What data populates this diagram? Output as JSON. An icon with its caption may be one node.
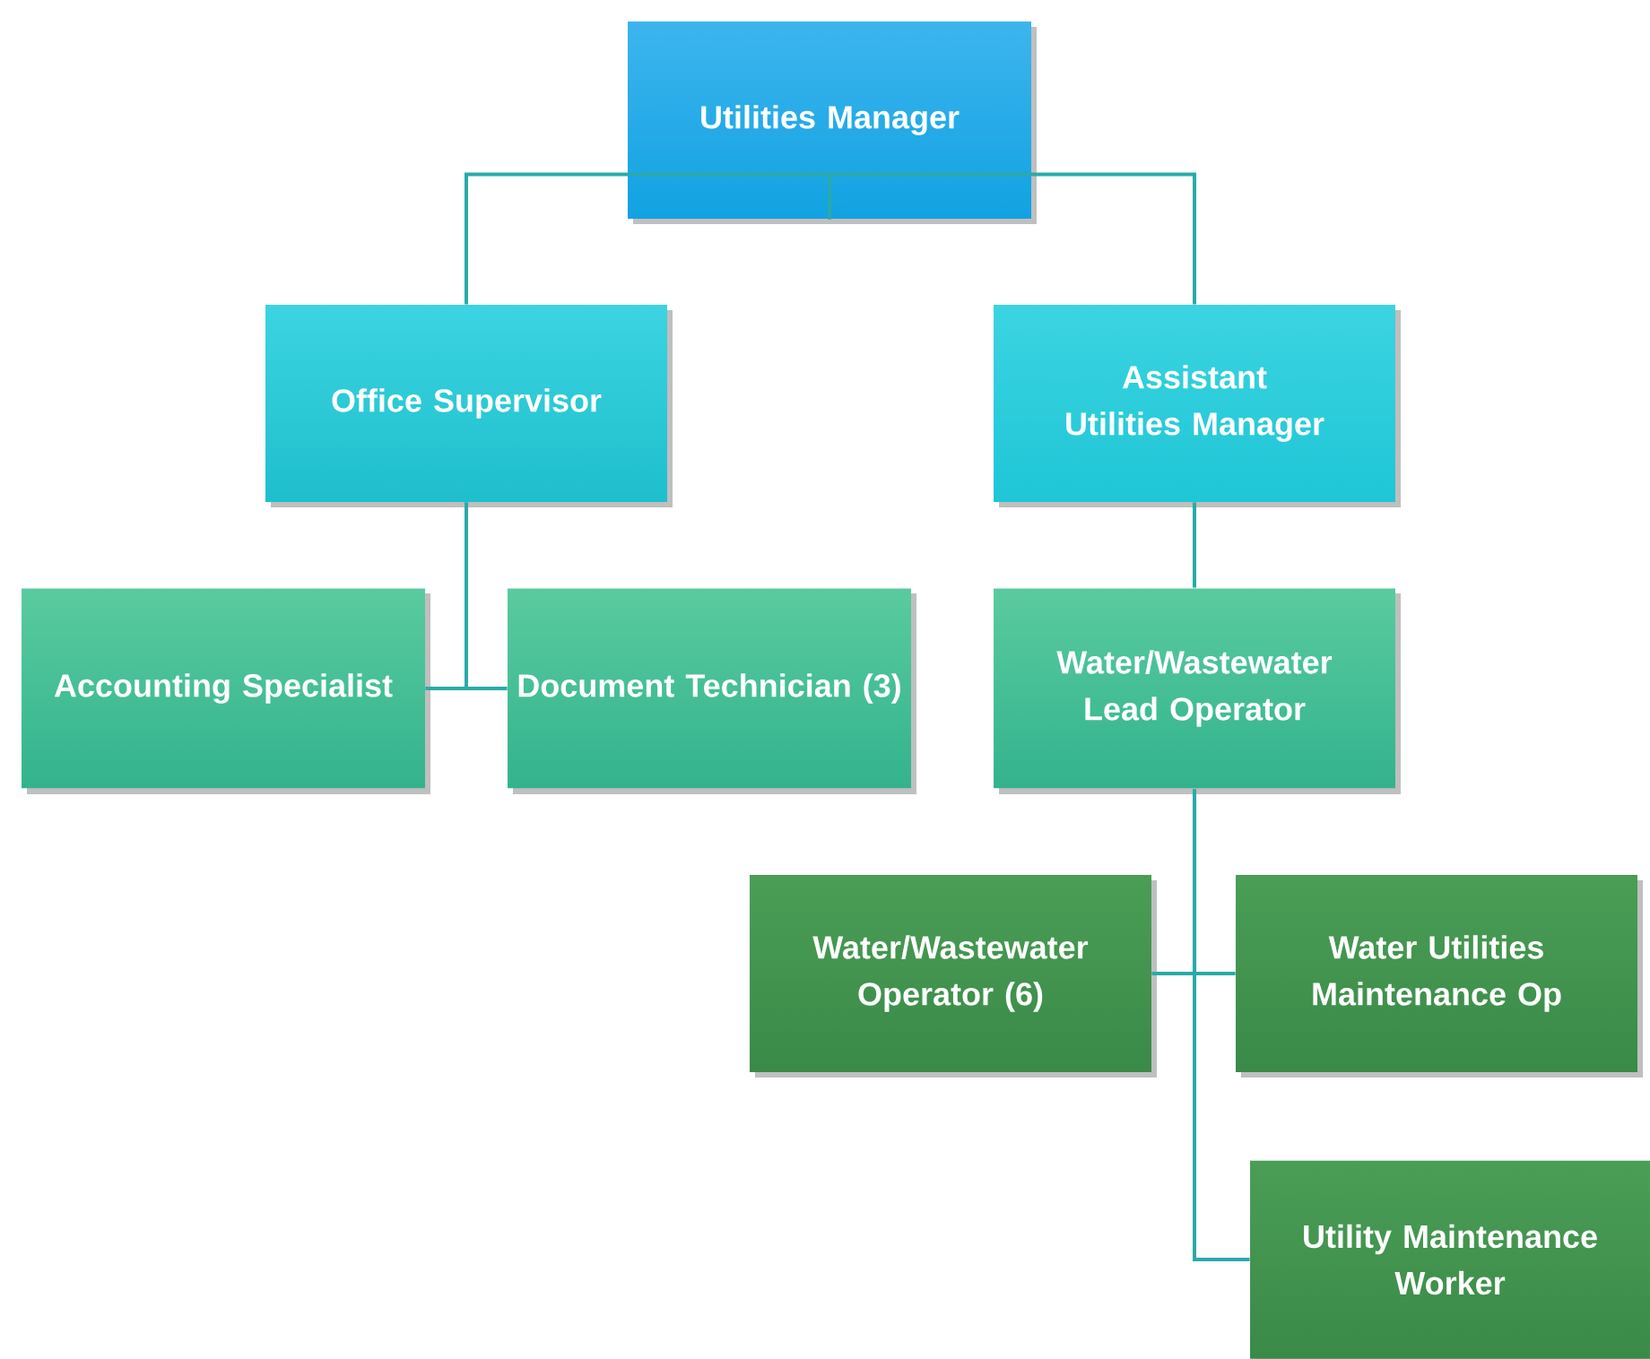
{
  "diagram": {
    "nodes": [
      {
        "text": [
          "Utilities Manager"
        ]
      },
      {
        "text": [
          "Office Supervisor"
        ]
      },
      {
        "text": [
          "Assistant Utilities Manager"
        ]
      },
      {
        "text": [
          "Accounting Specialist"
        ]
      },
      {
        "text": [
          "Document Technician (3)"
        ]
      },
      {
        "text": [
          "Water/Wastewater Lead Operator"
        ]
      },
      {
        "text": [
          "Water/Wastewater Operator (6)"
        ]
      },
      {
        "text": [
          "Water Utilities Maintenance Op"
        ]
      },
      {
        "text": [
          "Utility Maintenance Worker"
        ]
      }
    ],
    "edges": [
      {
        "from": 0,
        "to": 1,
        "arrow": "none"
      },
      {
        "from": 0,
        "to": 2,
        "arrow": "none"
      },
      {
        "from": 1,
        "to": 3,
        "arrow": "none"
      },
      {
        "from": 1,
        "to": 4,
        "arrow": "none"
      },
      {
        "from": 2,
        "to": 5,
        "arrow": "none"
      },
      {
        "from": 5,
        "to": 6,
        "arrow": "none"
      },
      {
        "from": 5,
        "to": 7,
        "arrow": "none"
      },
      {
        "from": 5,
        "to": 8,
        "arrow": "none"
      }
    ]
  }
}
